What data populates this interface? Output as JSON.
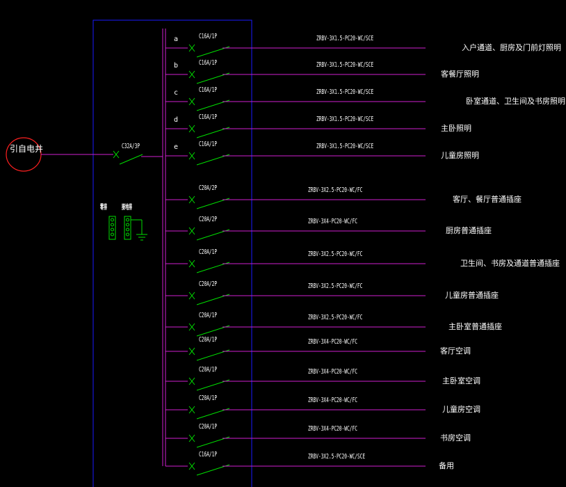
{
  "source": {
    "label": "引自电井"
  },
  "main_breaker": {
    "rating": "C32A/3P"
  },
  "terminals": {
    "n_label": "零排",
    "pe_label": "接地排"
  },
  "colors": {
    "background": "#000000",
    "enclosure": "#1a1aff",
    "circuit_line": "#d020d0",
    "breaker": "#00e000",
    "source_circle": "#ff2020",
    "text": "#ffffff"
  },
  "circuits": [
    {
      "phase": "a",
      "breaker": "C16A/1P",
      "cable": "ZRBV-3X1.5-PC20-WC/SCE",
      "load": "入户通道、厨房及门前灯照明"
    },
    {
      "phase": "b",
      "breaker": "C16A/1P",
      "cable": "ZRBV-3X1.5-PC20-WC/SCE",
      "load": "客餐厅照明"
    },
    {
      "phase": "c",
      "breaker": "C16A/1P",
      "cable": "ZRBV-3X1.5-PC20-WC/SCE",
      "load": "卧室通道、卫生间及书房照明"
    },
    {
      "phase": "d",
      "breaker": "C16A/1P",
      "cable": "ZRBV-3X1.5-PC20-WC/SCE",
      "load": "主卧照明"
    },
    {
      "phase": "e",
      "breaker": "C16A/1P",
      "cable": "ZRBV-3X1.5-PC20-WC/SCE",
      "load": "儿童房照明"
    },
    {
      "phase": "",
      "breaker": "C20A/2P",
      "cable": "ZRBV-3X2.5-PC20-WC/FC",
      "load": "客厅、餐厅普通插座"
    },
    {
      "phase": "",
      "breaker": "C20A/2P",
      "cable": "ZRBV-3X4-PC20-WC/FC",
      "load": "厨房普通插座"
    },
    {
      "phase": "",
      "breaker": "C20A/1P",
      "cable": "ZRBV-3X2.5-PC20-WC/FC",
      "load": "卫生间、书房及通道普通插座"
    },
    {
      "phase": "",
      "breaker": "C20A/2P",
      "cable": "ZRBV-3X2.5-PC20-WC/FC",
      "load": "儿童房普通插座"
    },
    {
      "phase": "",
      "breaker": "C20A/1P",
      "cable": "ZRBV-3X2.5-PC20-WC/FC",
      "load": "主卧室普通插座"
    },
    {
      "phase": "",
      "breaker": "C20A/1P",
      "cable": "ZRBV-3X4-PC20-WC/FC",
      "load": "客厅空调"
    },
    {
      "phase": "",
      "breaker": "C20A/1P",
      "cable": "ZRBV-3X4-PC20-WC/FC",
      "load": "主卧室空调"
    },
    {
      "phase": "",
      "breaker": "C20A/1P",
      "cable": "ZRBV-3X4-PC20-WC/FC",
      "load": "儿童房空调"
    },
    {
      "phase": "",
      "breaker": "C20A/1P",
      "cable": "ZRBV-3X4-PC20-WC/FC",
      "load": "书房空调"
    },
    {
      "phase": "",
      "breaker": "C16A/1P",
      "cable": "ZRBV-3X2.5-PC20-WC/SCE",
      "load": "备用"
    }
  ]
}
